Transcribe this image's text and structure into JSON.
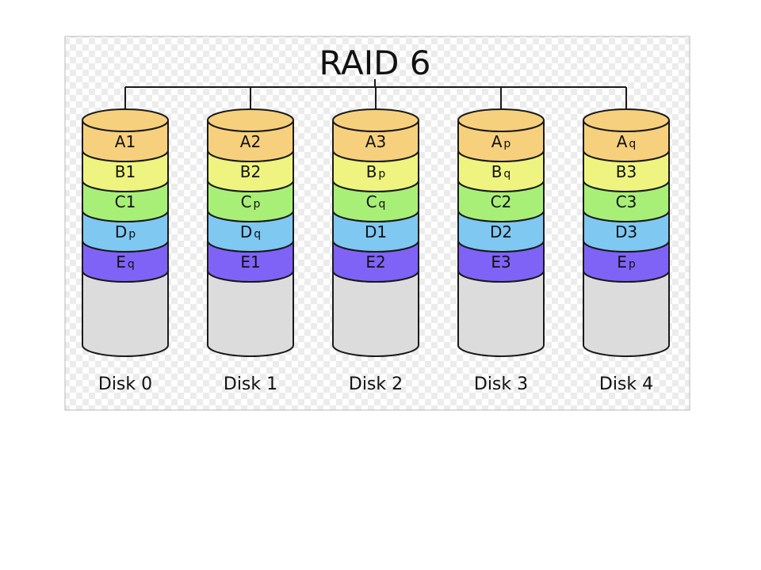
{
  "diagram": {
    "title": "RAID 6",
    "disks": [
      {
        "label": "Disk 0",
        "blocks": [
          {
            "main": "A1",
            "sub": "",
            "stripe": "A"
          },
          {
            "main": "B1",
            "sub": "",
            "stripe": "B"
          },
          {
            "main": "C1",
            "sub": "",
            "stripe": "C"
          },
          {
            "main": "D",
            "sub": "p",
            "stripe": "D"
          },
          {
            "main": "E",
            "sub": "q",
            "stripe": "E"
          }
        ]
      },
      {
        "label": "Disk 1",
        "blocks": [
          {
            "main": "A2",
            "sub": "",
            "stripe": "A"
          },
          {
            "main": "B2",
            "sub": "",
            "stripe": "B"
          },
          {
            "main": "C",
            "sub": "p",
            "stripe": "C"
          },
          {
            "main": "D",
            "sub": "q",
            "stripe": "D"
          },
          {
            "main": "E1",
            "sub": "",
            "stripe": "E"
          }
        ]
      },
      {
        "label": "Disk 2",
        "blocks": [
          {
            "main": "A3",
            "sub": "",
            "stripe": "A"
          },
          {
            "main": "B",
            "sub": "p",
            "stripe": "B"
          },
          {
            "main": "C",
            "sub": "q",
            "stripe": "C"
          },
          {
            "main": "D1",
            "sub": "",
            "stripe": "D"
          },
          {
            "main": "E2",
            "sub": "",
            "stripe": "E"
          }
        ]
      },
      {
        "label": "Disk 3",
        "blocks": [
          {
            "main": "A",
            "sub": "p",
            "stripe": "A"
          },
          {
            "main": "B",
            "sub": "q",
            "stripe": "B"
          },
          {
            "main": "C2",
            "sub": "",
            "stripe": "C"
          },
          {
            "main": "D2",
            "sub": "",
            "stripe": "D"
          },
          {
            "main": "E3",
            "sub": "",
            "stripe": "E"
          }
        ]
      },
      {
        "label": "Disk 4",
        "blocks": [
          {
            "main": "A",
            "sub": "q",
            "stripe": "A"
          },
          {
            "main": "B3",
            "sub": "",
            "stripe": "B"
          },
          {
            "main": "C3",
            "sub": "",
            "stripe": "C"
          },
          {
            "main": "D3",
            "sub": "",
            "stripe": "D"
          },
          {
            "main": "E",
            "sub": "p",
            "stripe": "E"
          }
        ]
      }
    ]
  },
  "colors": {
    "A": "#f6d07c",
    "B": "#eef47f",
    "C": "#a8ef77",
    "D": "#7ec8f2",
    "E": "#7f63f6",
    "empty": "#dcdcdc",
    "outline": "#1a1a1a"
  }
}
